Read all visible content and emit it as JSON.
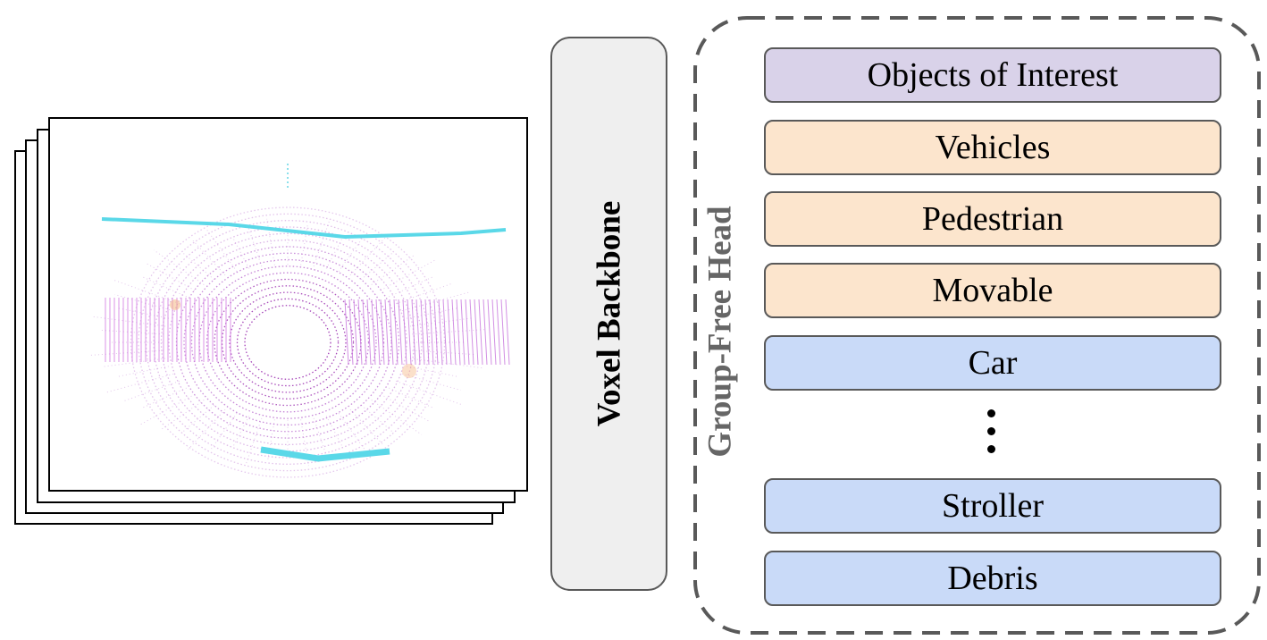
{
  "input_scans": {
    "count": 4,
    "image": "lidar-point-cloud-bev"
  },
  "backbone": {
    "label": "Voxel Backbone",
    "fill": "#efefef"
  },
  "head": {
    "label": "Group-Free Head",
    "label_color": "#666666"
  },
  "classes": [
    {
      "label": "Objects of Interest",
      "fill": "#d9d2e9"
    },
    {
      "label": "Vehicles",
      "fill": "#fce5cd"
    },
    {
      "label": "Pedestrian",
      "fill": "#fce5cd"
    },
    {
      "label": "Movable",
      "fill": "#fce5cd"
    },
    {
      "label": "Car",
      "fill": "#c9daf8"
    },
    {
      "label": "Stroller",
      "fill": "#c9daf8"
    },
    {
      "label": "Debris",
      "fill": "#c9daf8"
    }
  ],
  "ellipsis": "vertical-ellipsis"
}
